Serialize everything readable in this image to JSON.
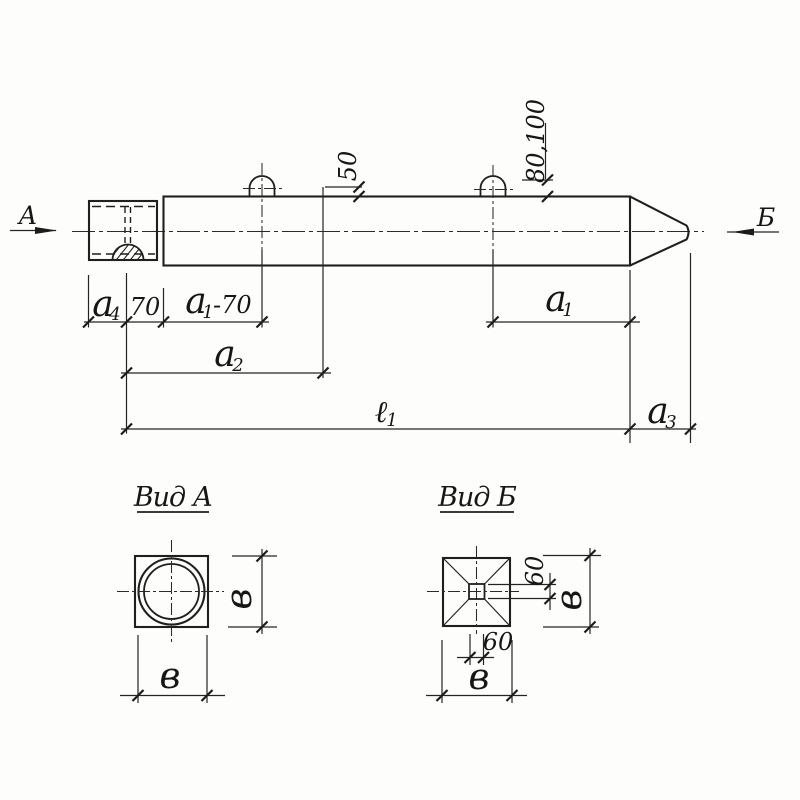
{
  "drawing_type": "pile elevation with views",
  "labels": {
    "view_arrow_left": "А",
    "view_arrow_right": "Б",
    "dim_50": "50",
    "dim_80_100": "80,100",
    "dim_a4": {
      "base": "a",
      "sub": "4"
    },
    "dim_70": "70",
    "dim_a1_minus_70": {
      "base": "a",
      "sub": "1",
      "rest": "-70"
    },
    "dim_a1": {
      "base": "a",
      "sub": "1"
    },
    "dim_a2": {
      "base": "a",
      "sub": "2"
    },
    "dim_l1": {
      "base": "ℓ",
      "sub": "1"
    },
    "dim_a3": {
      "base": "a",
      "sub": "3"
    },
    "dim_60": "60",
    "dim_b": "в",
    "view_a_title": "Вид А",
    "view_b_title": "Вид Б"
  },
  "colors": {
    "line": "#1f1f1f",
    "background": "#fdfdfc"
  }
}
